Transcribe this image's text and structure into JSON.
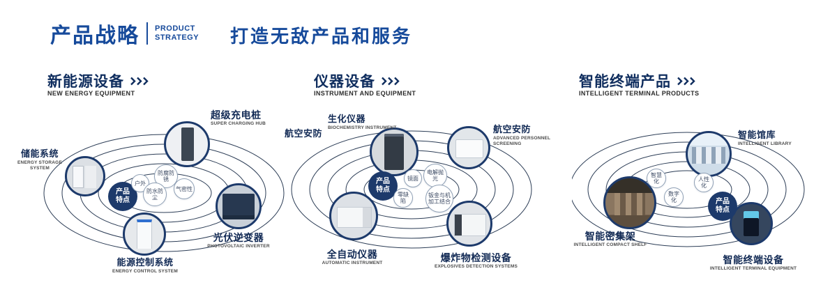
{
  "colors": {
    "accent_blue": "#164a9b",
    "navy": "#0f2d5e",
    "ring": "#2b3c55",
    "center_dot": "#1d3a6b"
  },
  "icons": {
    "section_arrow": "triple-chevron-right-icon"
  },
  "header": {
    "title_cn": "产品战略",
    "title_en_line1": "PRODUCT",
    "title_en_line2": "STRATEGY",
    "tagline": "打造无敌产品和服务"
  },
  "sections": [
    {
      "title_cn": "新能源设备",
      "title_en": "NEW ENERGY EQUIPMENT",
      "center_label": "产品特点",
      "features": [
        "户外",
        "防腐防锈",
        "气密性",
        "防水防尘"
      ],
      "products": [
        {
          "cn": "储能系统",
          "en": "ENERGY STORAGE SYSTEM"
        },
        {
          "cn": "超级充电桩",
          "en": "SUPER CHARGING HUB"
        },
        {
          "cn": "光伏逆变器",
          "en": "PHOTOVOLTAIC INVERTER"
        },
        {
          "cn": "能源控制系统",
          "en": "ENERGY CONTROL SYSTEM"
        }
      ]
    },
    {
      "title_cn": "仪器设备",
      "title_en": "INSTRUMENT AND EQUIPMENT",
      "side_label": "航空安防",
      "center_label": "产品特点",
      "features": [
        "镜面",
        "电解抛光",
        "零缺陷",
        "钣金与机加工结合"
      ],
      "products": [
        {
          "cn": "生化仪器",
          "en": "BIOCHEMISTRY INSTRUMENT"
        },
        {
          "cn": "航空安防",
          "en": "ADVANCED PERSONNEL SCREENING"
        },
        {
          "cn": "全自动仪器",
          "en": "AUTOMATIC INSTRUMENT"
        },
        {
          "cn": "爆炸物检测设备",
          "en": "EXPLOSIVES DETECTION SYSTEMS"
        }
      ]
    },
    {
      "title_cn": "智能终端产品",
      "title_en": "INTELLIGENT TERMINAL PRODUCTS",
      "center_label": "产品特点",
      "features": [
        "智慧化",
        "人性化",
        "数字化"
      ],
      "products": [
        {
          "cn": "智能馆库",
          "en": "INTELLIGENT LIBRARY"
        },
        {
          "cn": "智能密集架",
          "en": "INTELLIGENT COMPACT SHELF"
        },
        {
          "cn": "智能终端设备",
          "en": "INTELLIGENT TERMINAL EQUIPMENT"
        }
      ]
    }
  ]
}
